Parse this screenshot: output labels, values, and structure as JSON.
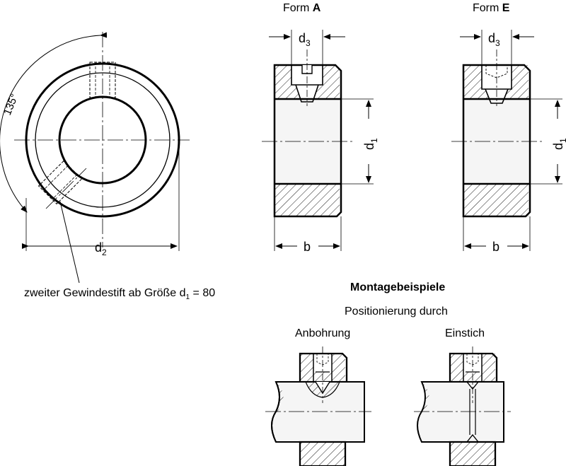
{
  "views": {
    "form_a": {
      "prefix": "Form ",
      "letter": "A"
    },
    "form_e": {
      "prefix": "Form ",
      "letter": "E"
    }
  },
  "dimensions": {
    "d": "d",
    "sub1": "1",
    "sub2": "2",
    "sub3": "3",
    "b": "b",
    "angle": "135°"
  },
  "note": {
    "text": "zweiter Gewindestift ab Größe d",
    "sub": "1",
    "rest": " = 80"
  },
  "mounting": {
    "title": "Montagebeispiele",
    "subtitle": "Positionierung durch",
    "left_label": "Anbohrung",
    "right_label": "Einstich"
  }
}
